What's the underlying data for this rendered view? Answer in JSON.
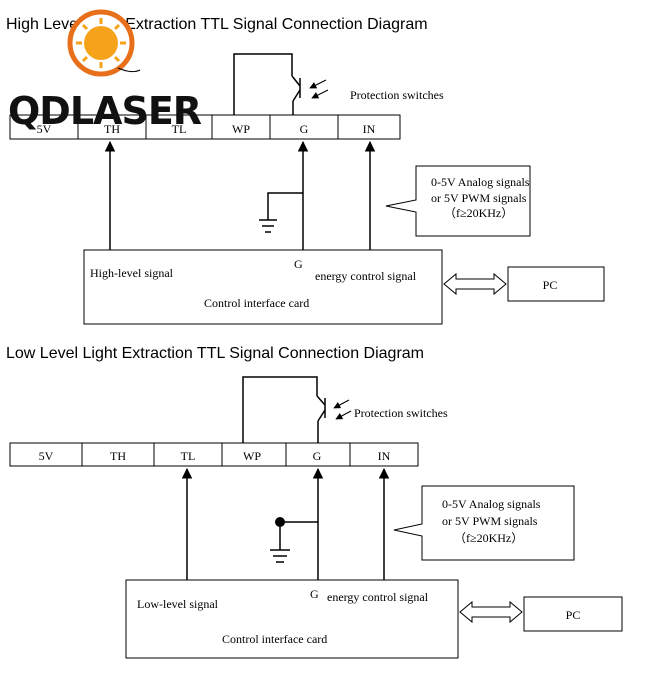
{
  "logo": {
    "text": "QDLASER",
    "sun_color": "#f7a21b",
    "ring_color": "#e8701a"
  },
  "diagram_top": {
    "title": "High Level Light Extraction TTL Signal Connection Diagram",
    "pins": [
      "5V",
      "TH",
      "TL",
      "WP",
      "G",
      "IN"
    ],
    "switch_label": "Protection switches",
    "callout": [
      "0-5V Analog signals",
      "or 5V PWM signals",
      "（f≥20KHz）"
    ],
    "signal_label": "High-level signal",
    "g_label": "G",
    "energy_label": "energy control signal",
    "card_label": "Control interface card",
    "pc_label": "PC"
  },
  "diagram_bottom": {
    "title": "Low Level Light Extraction TTL Signal Connection Diagram",
    "pins": [
      "5V",
      "TH",
      "TL",
      "WP",
      "G",
      "IN"
    ],
    "switch_label": "Protection switches",
    "callout": [
      "0-5V Analog signals",
      "or 5V PWM signals",
      "（f≥20KHz）"
    ],
    "signal_label": "Low-level signal",
    "g_label": "G",
    "energy_label": "energy control signal",
    "card_label": "Control interface card",
    "pc_label": "PC"
  }
}
